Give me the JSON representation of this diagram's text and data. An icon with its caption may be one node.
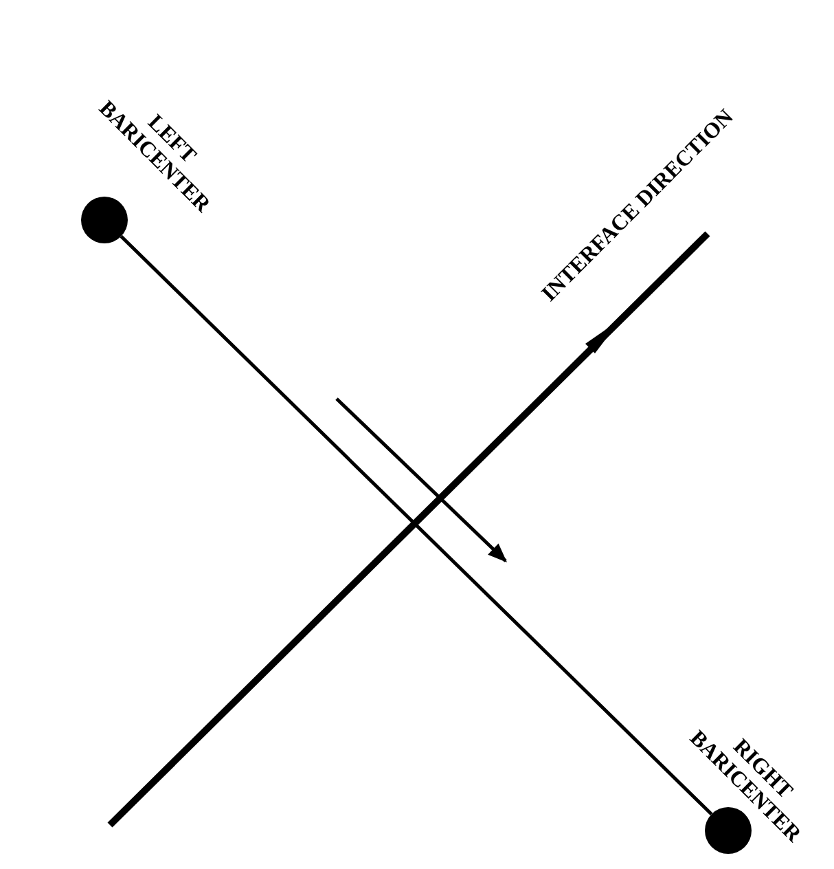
{
  "diagram": {
    "nodes": [
      {
        "text": [],
        "shape": "circle",
        "beside": [
          "LEFT BARICENTER"
        ]
      },
      {
        "text": [],
        "shape": "circle",
        "beside": [
          "RIGHT BARICENTER"
        ]
      }
    ],
    "edges": [
      {
        "from": 0,
        "to": 1,
        "arrow": "none"
      }
    ],
    "labels": [
      "INTERFACE DIRECTION"
    ]
  }
}
